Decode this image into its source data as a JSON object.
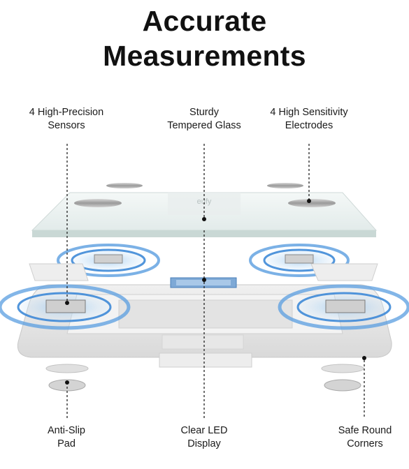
{
  "title": {
    "line1": "Accurate",
    "line2": "Measurements"
  },
  "brand_mark": "eufy",
  "labels": {
    "top_left": {
      "line1": "4 High-Precision",
      "line2": "Sensors"
    },
    "top_center": {
      "line1": "Sturdy",
      "line2": "Tempered Glass"
    },
    "top_right": {
      "line1": "4 High Sensitivity",
      "line2": "Electrodes"
    },
    "bottom_left": {
      "line1": "Anti-Slip",
      "line2": "Pad"
    },
    "bottom_center": {
      "line1": "Clear LED",
      "line2": "Display"
    },
    "bottom_right": {
      "line1": "Safe Round",
      "line2": "Corners"
    }
  },
  "colors": {
    "accent_blue": "#4a8fd6",
    "glass": "#eef4f3",
    "frame": "#e6e6e6",
    "text": "#111111"
  }
}
